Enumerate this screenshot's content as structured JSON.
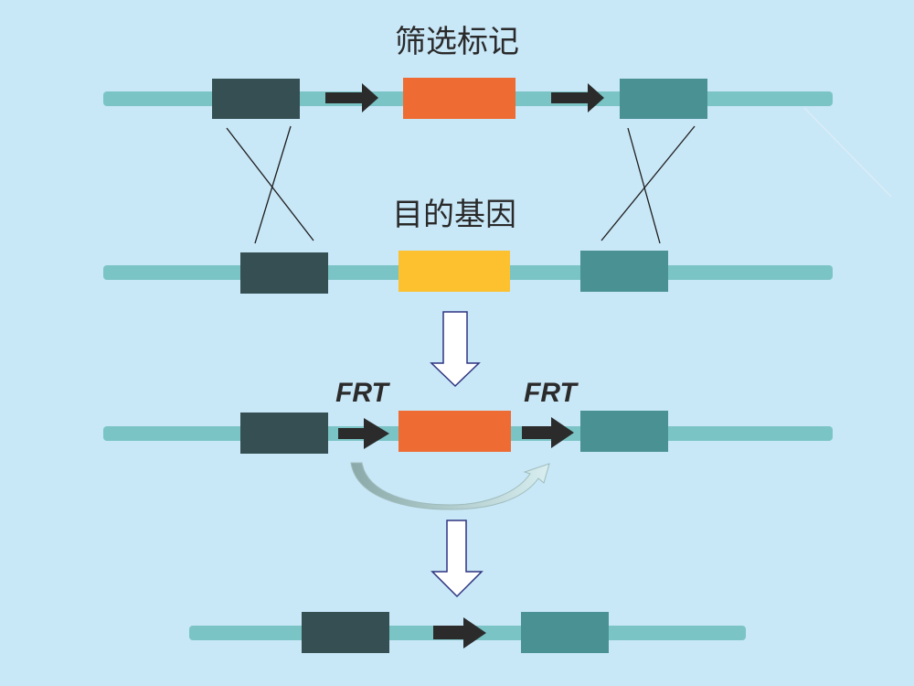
{
  "labels": {
    "selection_marker": "筛选标记",
    "target_gene": "目的基因",
    "frt_left": "FRT",
    "frt_right": "FRT"
  },
  "colors": {
    "background": "#c8e7f7",
    "dna_strand": "#7bc4c6",
    "left_homology": "#354f52",
    "right_homology": "#4a9194",
    "selection_marker": "#ee6c33",
    "target_gene": "#fdc12f",
    "frt_arrow": "#2b2b2b",
    "process_arrow_fill": "#ffffff",
    "process_arrow_stroke": "#2e3480",
    "crossover_line": "#1e1e1e",
    "excision_arrow": "#8fb3b3"
  },
  "rows": [
    {
      "name": "selection-construct",
      "elements": [
        "left-homology",
        "frt",
        "selection-marker",
        "frt",
        "right-homology"
      ]
    },
    {
      "name": "target-locus",
      "elements": [
        "left-homology",
        "target-gene",
        "right-homology"
      ]
    },
    {
      "name": "recombined-locus",
      "elements": [
        "left-homology",
        "frt",
        "selection-marker",
        "frt",
        "right-homology"
      ]
    },
    {
      "name": "excised-locus",
      "elements": [
        "left-homology",
        "frt",
        "right-homology"
      ]
    }
  ]
}
